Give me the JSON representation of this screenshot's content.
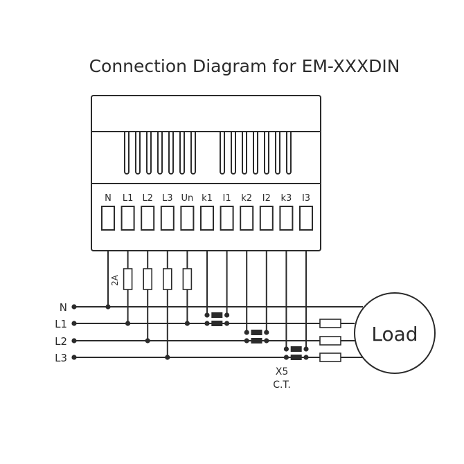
{
  "title": "Connection Diagram for EM-XXXDIN",
  "terminals": [
    "N",
    "L1",
    "L2",
    "L3",
    "Un",
    "k1",
    "I1",
    "k2",
    "I2",
    "k3",
    "I3"
  ],
  "lines": [
    "N",
    "L1",
    "L2",
    "L3"
  ],
  "fuse_rating": "2A",
  "load_label": "Load",
  "ct_ratio": "X5",
  "ct_label": "C.T."
}
